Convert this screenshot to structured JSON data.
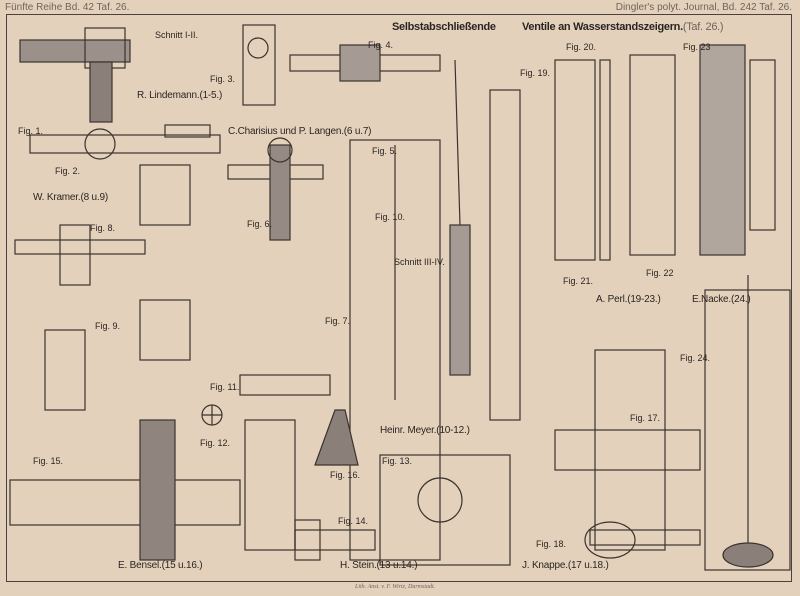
{
  "header": {
    "left": "Fünfte Reihe Bd. 42 Taf. 26.",
    "right": "Dingler's polyt. Journal, Bd. 242 Taf. 26."
  },
  "title": {
    "part1": "Selbstabschließende",
    "part2": "Ventile an Wasserstandszeigern.",
    "ref": "(Taf. 26.)"
  },
  "sections": {
    "s12": "Schnitt I-II.",
    "s34": "Schnitt III-IV."
  },
  "figures": {
    "f1": "Fig. 1.",
    "f2": "Fig. 2.",
    "f3": "Fig. 3.",
    "f4": "Fig. 4.",
    "f5": "Fig. 5.",
    "f6": "Fig. 6.",
    "f7": "Fig. 7.",
    "f8": "Fig. 8.",
    "f9": "Fig. 9.",
    "f10": "Fig. 10.",
    "f11": "Fig. 11.",
    "f12": "Fig. 12.",
    "f13": "Fig. 13.",
    "f14": "Fig. 14.",
    "f15": "Fig. 15.",
    "f16": "Fig. 16.",
    "f17": "Fig. 17.",
    "f18": "Fig. 18.",
    "f19": "Fig. 19.",
    "f20": "Fig. 20.",
    "f21": "Fig. 21.",
    "f22": "Fig. 22",
    "f23": "Fig. 23",
    "f24": "Fig. 24."
  },
  "inventors": {
    "lindemann": "R. Lindemann.(1-5.)",
    "charisius": "C.Charisius und P. Langen.(6 u.7)",
    "kramer": "W. Kramer.(8 u.9)",
    "meyer": "Heinr. Meyer.(10-12.)",
    "perl": "A. Perl.(19-23.)",
    "nacke": "E.Nacke.(24.)",
    "bensel": "E. Bensel.(15 u.16.)",
    "stein": "H. Stein.(13 u.14.)",
    "knappe": "J. Knappe.(17 u.18.)"
  },
  "imprint": "Lith. Anst. v. F. Wirtz, Darmstadt."
}
